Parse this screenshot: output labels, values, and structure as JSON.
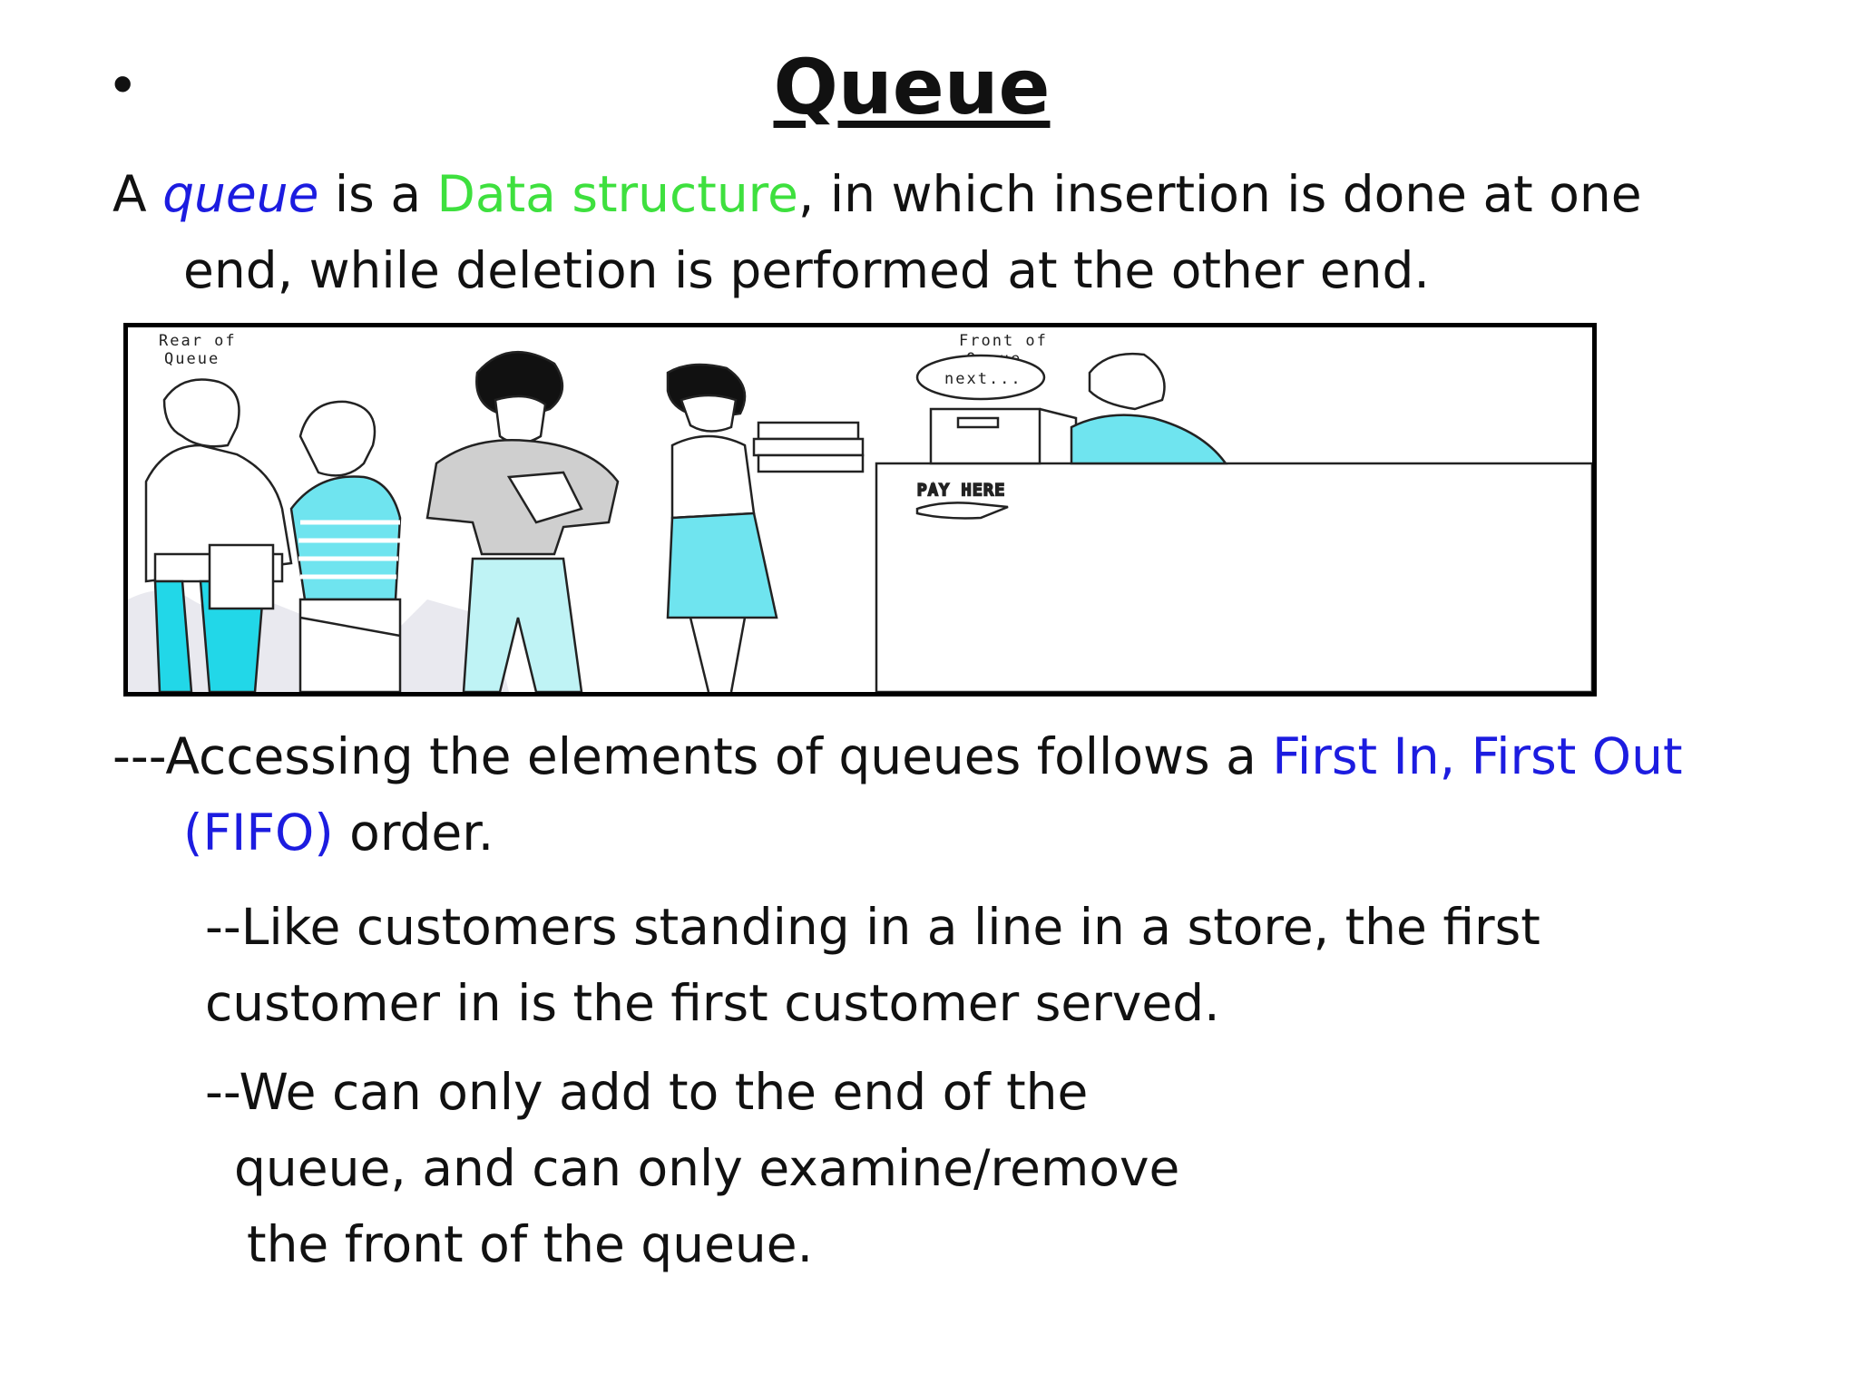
{
  "slide": {
    "bullet": "•",
    "title": "Queue",
    "para1": {
      "t1": "A ",
      "queue_word": "queue",
      "t2": " is  a ",
      "ds_word": "Data structure",
      "t3": ", in which insertion is done at one",
      "line2": "end, while deletion is performed at the other end."
    },
    "illustration": {
      "rear_label_1": "Rear of",
      "rear_label_2": "Queue",
      "front_label_1": "Front of",
      "front_label_2": "Queue",
      "speech": "next...",
      "sign": "PAY HERE"
    },
    "para2": {
      "t1": "---Accessing the elements of queues follows a ",
      "fifo1": "First In, First Out",
      "fifo2": "(FIFO)",
      "t2": " order."
    },
    "para3": {
      "line1": "--Like customers standing in a line in a store, the first",
      "line2": "customer in is the first customer served."
    },
    "para4": {
      "line1": "--We can only add to the end of the",
      "line2": "queue, and can only examine/remove",
      "line3": "the front of the queue."
    }
  },
  "colors": {
    "accent_blue": "#1c1ce0",
    "accent_green": "#3ee03e",
    "cyan_clothing": "#22d7e8"
  }
}
